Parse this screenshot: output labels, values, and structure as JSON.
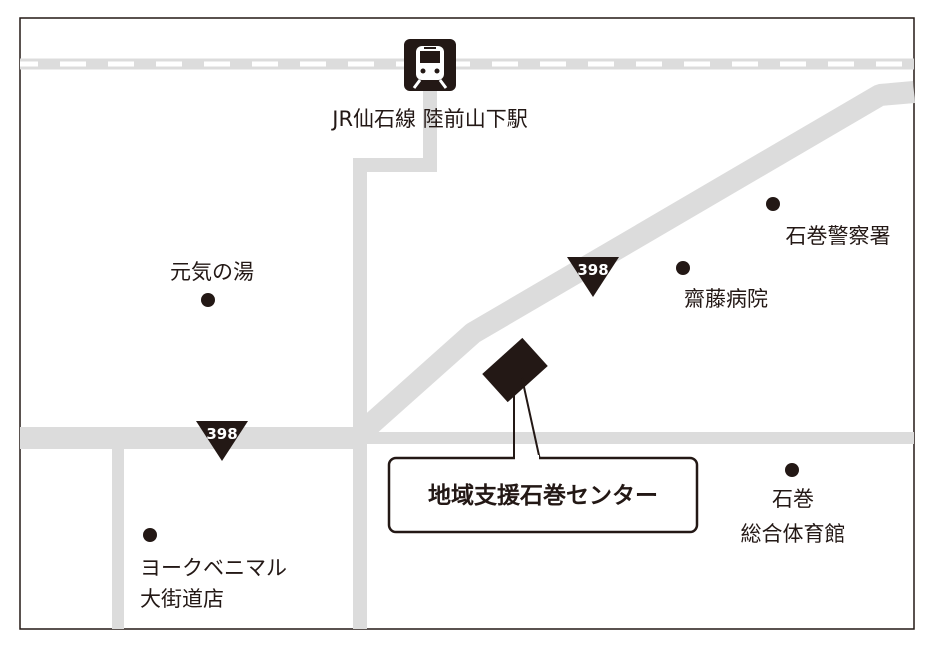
{
  "map": {
    "station": {
      "icon": "train-icon",
      "label": "JR仙石線 陸前山下駅"
    },
    "route_number": "398",
    "destination": {
      "label": "地域支援石巻センター"
    },
    "landmarks": [
      {
        "lines": [
          "元気の湯"
        ]
      },
      {
        "lines": [
          "石巻警察署"
        ]
      },
      {
        "lines": [
          "齋藤病院"
        ]
      },
      {
        "lines": [
          "石巻",
          "総合体育館"
        ]
      },
      {
        "lines": [
          "ヨークベニマル",
          "大街道店"
        ]
      }
    ],
    "colors": {
      "road": "#dcdcdc",
      "ink": "#231815",
      "frame": "#231815"
    }
  }
}
